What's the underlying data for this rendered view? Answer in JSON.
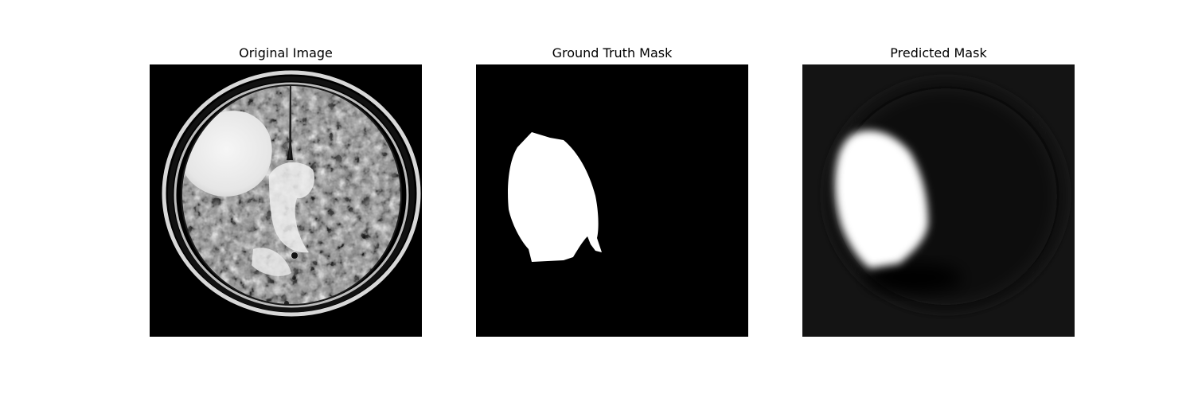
{
  "figure": {
    "panels": [
      {
        "title": "Original Image",
        "image_icon": "brain-mri-scan-icon"
      },
      {
        "title": "Ground Truth Mask",
        "image_icon": "binary-tumor-mask-icon"
      },
      {
        "title": "Predicted Mask",
        "image_icon": "soft-predicted-mask-icon"
      }
    ]
  }
}
